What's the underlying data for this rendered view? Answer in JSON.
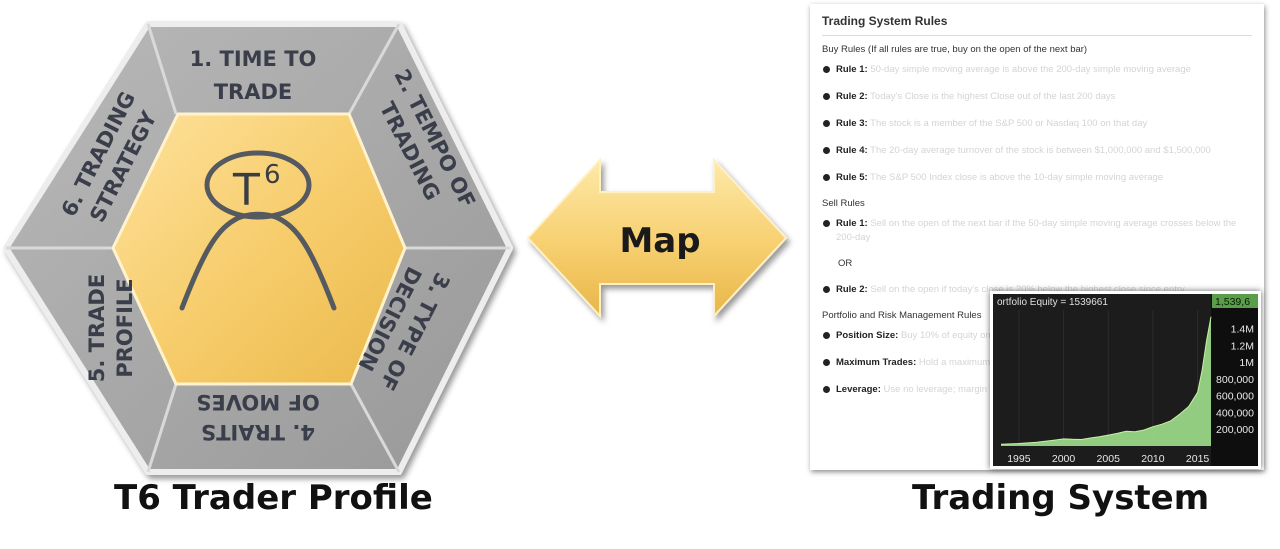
{
  "hexagon": {
    "center_label": "T",
    "center_superscript": "6",
    "segments": [
      {
        "line1": "1. TIME TO",
        "line2": "TRADE"
      },
      {
        "line1": "2. TEMPO OF",
        "line2": "TRADING"
      },
      {
        "line1": "3. TYPE OF",
        "line2": "DECISION"
      },
      {
        "line1": "4. TRAITS",
        "line2": "OF MOVES"
      },
      {
        "line1": "5. TRADE",
        "line2": "PROFILE"
      },
      {
        "line1": "6. TRADING",
        "line2": "STRATEGY"
      }
    ],
    "caption": "T6 Trader Profile"
  },
  "arrow": {
    "label": "Map"
  },
  "document": {
    "title": "Trading System Rules",
    "buy_heading": "Buy Rules (If all rules are true, buy on the open of the next bar)",
    "buy_rules": [
      {
        "label": "Rule 1:",
        "text": "50-day simple moving average is above the 200-day simple moving average"
      },
      {
        "label": "Rule 2:",
        "text": "Today's Close is the highest Close out of the last 200 days"
      },
      {
        "label": "Rule 3:",
        "text": "The stock is a member of the S&P 500 or Nasdaq 100 on that day"
      },
      {
        "label": "Rule 4:",
        "text": "The 20-day average turnover of the stock is between $1,000,000 and $1,500,000"
      },
      {
        "label": "Rule 5:",
        "text": "The S&P 500 Index close is above the 10-day simple moving average"
      }
    ],
    "sell_heading": "Sell Rules",
    "sell_rules": [
      {
        "label": "Rule 1:",
        "text": "Sell on the open of the next bar if the 50-day simple moving average crosses below the 200-day"
      },
      {
        "label": "Rule 2:",
        "text": "Sell on the open if today's close is 20% below the highest close since entry"
      }
    ],
    "or_text": "OR",
    "risk_heading": "Portfolio and Risk Management Rules",
    "risk_rules": [
      {
        "label": "Position Size:",
        "text": "Buy 10% of equity on each new position"
      },
      {
        "label": "Maximum Trades:",
        "text": "Hold a maximum of 10 open positions at any time"
      },
      {
        "label": "Leverage:",
        "text": "Use no leverage; margin is limited to the available cash balance in the account"
      }
    ],
    "caption": "Trading System"
  },
  "chart_data": {
    "type": "area",
    "title": "ortfolio Equity = 1539661",
    "x_ticks": [
      "1995",
      "2000",
      "2005",
      "2010",
      "2015"
    ],
    "y_ticks": [
      "200,000",
      "400,000",
      "600,000",
      "800,000",
      "1M",
      "1.2M",
      "1.4M"
    ],
    "last_value_label": "1,539,6",
    "xlim": [
      1993,
      2016.5
    ],
    "ylim": [
      0,
      1620000
    ],
    "x": [
      1993,
      1995,
      1997,
      1999,
      2000,
      2001,
      2002,
      2003,
      2004,
      2005,
      2006,
      2007,
      2008,
      2009,
      2010,
      2011,
      2012,
      2013,
      2014,
      2015,
      2015.5,
      2016,
      2016.5
    ],
    "values": [
      20000,
      30000,
      45000,
      70000,
      85000,
      80000,
      78000,
      95000,
      110000,
      130000,
      150000,
      175000,
      170000,
      190000,
      230000,
      260000,
      300000,
      380000,
      470000,
      640000,
      900000,
      1250000,
      1539661
    ],
    "colors": {
      "fill": "#9ee08c",
      "line": "#c8f0a8",
      "label_bg": "#5a9e4a",
      "background": "#1c1c1c"
    }
  }
}
